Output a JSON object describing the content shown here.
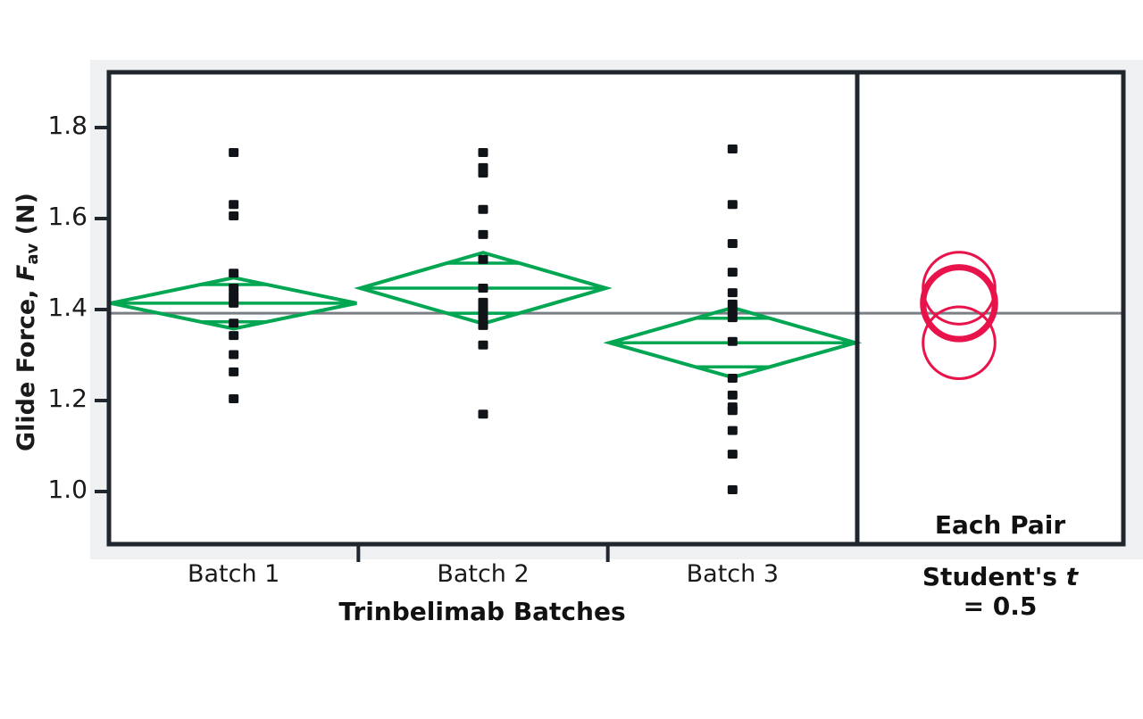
{
  "figure": {
    "background": "#eff0f2",
    "plot_background": "#ffffff",
    "frame_color": "#20262e",
    "diamond_color": "#00a651",
    "circle_color": "#e8134a",
    "grand_mean_color": "#7a7f86"
  },
  "axis": {
    "y_title_prefix": "Glide Force, ",
    "y_title_italic": "F",
    "y_title_sub": "av",
    "y_title_suffix": " (N)",
    "x_title": "Trinbelimab Batches",
    "y_ticks": [
      "1.8",
      "1.6",
      "1.4",
      "1.2",
      "1.0"
    ],
    "group_labels": [
      "Batch 1",
      "Batch 2",
      "Batch 3"
    ]
  },
  "right_panel": {
    "header": "Each Pair",
    "test_name_prefix": "Student's ",
    "test_name_italic": "t",
    "test_value": "= 0.5"
  },
  "chart_data": {
    "type": "scatter",
    "title": "",
    "xlabel": "Trinbelimab Batches",
    "ylabel": "Glide Force, F_av (N)",
    "ylim": [
      0.93,
      1.89
    ],
    "yticks": [
      1.0,
      1.2,
      1.4,
      1.6,
      1.8
    ],
    "grid": false,
    "legend": "none",
    "annotations": [
      "Each Pair",
      "Student's t = 0.5"
    ],
    "grand_mean": 1.392,
    "categories": [
      "Batch 1",
      "Batch 2",
      "Batch 3"
    ],
    "series": [
      {
        "name": "Batch 1",
        "values": [
          1.745,
          1.631,
          1.606,
          1.48,
          1.447,
          1.43,
          1.414,
          1.37,
          1.343,
          1.301,
          1.263,
          1.204
        ],
        "mean": 1.414,
        "ci_upper": 1.47,
        "ci_lower": 1.358,
        "overlap_upper": 1.455,
        "overlap_lower": 1.373,
        "diamond_left_frac": 0.0,
        "diamond_right_frac": 1.0
      },
      {
        "name": "Batch 2",
        "values": [
          1.745,
          1.712,
          1.7,
          1.62,
          1.565,
          1.51,
          1.447,
          1.416,
          1.4,
          1.39,
          1.376,
          1.365,
          1.322,
          1.17
        ],
        "mean": 1.447,
        "ci_upper": 1.525,
        "ci_lower": 1.369,
        "overlap_upper": 1.502,
        "overlap_lower": 1.392,
        "diamond_left_frac": 0.0,
        "diamond_right_frac": 1.0
      },
      {
        "name": "Batch 3",
        "values": [
          1.753,
          1.631,
          1.545,
          1.482,
          1.437,
          1.412,
          1.396,
          1.382,
          1.33,
          1.249,
          1.212,
          1.186,
          1.178,
          1.134,
          1.082,
          1.004
        ],
        "mean": 1.327,
        "ci_upper": 1.404,
        "ci_lower": 1.251,
        "overlap_upper": 1.381,
        "overlap_lower": 1.274,
        "diamond_left_frac": 0.0,
        "diamond_right_frac": 1.0
      }
    ],
    "comparison_circles": [
      {
        "center": 1.447,
        "radius_value": 0.079,
        "emphasis": "thin"
      },
      {
        "center": 1.414,
        "radius_value": 0.079,
        "emphasis": "thick"
      },
      {
        "center": 1.327,
        "radius_value": 0.079,
        "emphasis": "thin"
      }
    ]
  }
}
